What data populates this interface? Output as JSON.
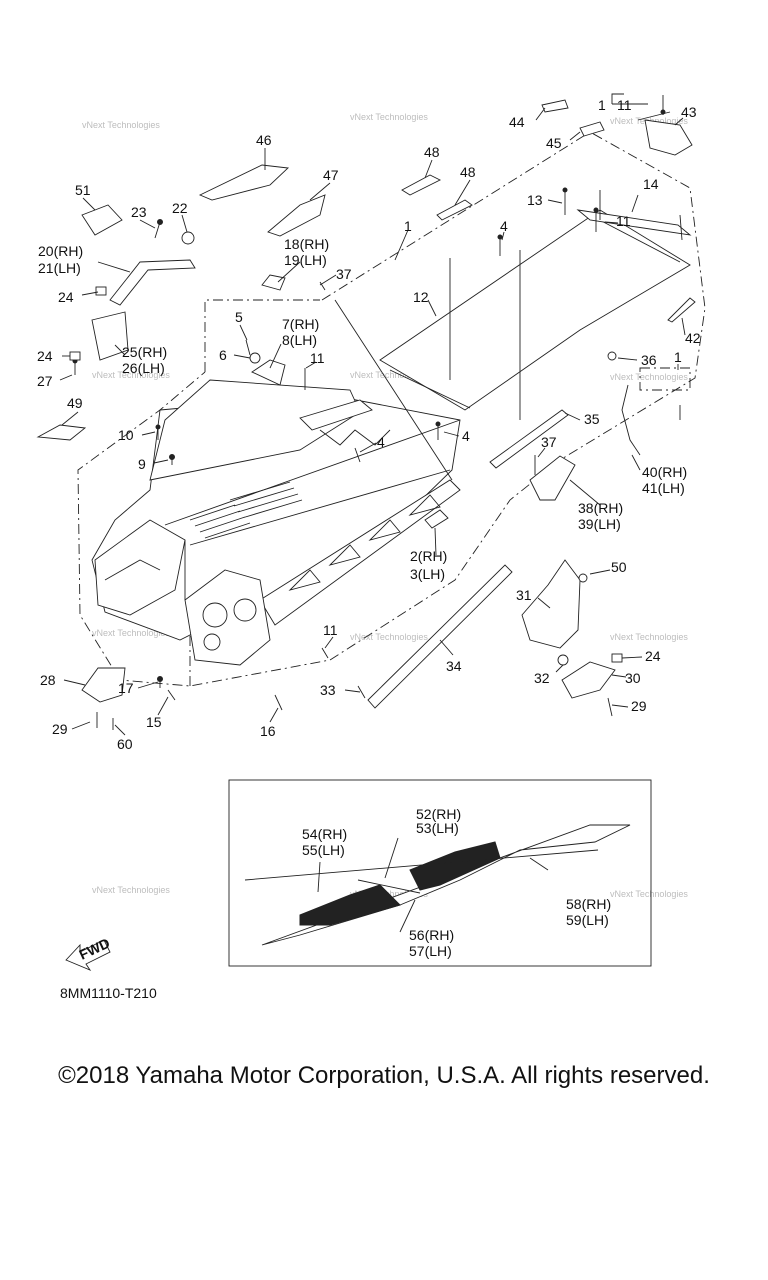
{
  "diagram_code": "8MM1110-T210",
  "copyright": "©2018 Yamaha Motor Corporation, U.S.A. All rights reserved.",
  "fwd_label": "FWD",
  "watermark": "vNext Technologies",
  "callouts": [
    {
      "id": "c44",
      "text": "44"
    },
    {
      "id": "c1a",
      "text": "1"
    },
    {
      "id": "c11a",
      "text": "11"
    },
    {
      "id": "c43",
      "text": "43"
    },
    {
      "id": "c45",
      "text": "45"
    },
    {
      "id": "c46",
      "text": "46"
    },
    {
      "id": "c48a",
      "text": "48"
    },
    {
      "id": "c48b",
      "text": "48"
    },
    {
      "id": "c47",
      "text": "47"
    },
    {
      "id": "c51",
      "text": "51"
    },
    {
      "id": "c23",
      "text": "23"
    },
    {
      "id": "c22",
      "text": "22"
    },
    {
      "id": "c13",
      "text": "13"
    },
    {
      "id": "c14",
      "text": "14"
    },
    {
      "id": "c1b",
      "text": "1"
    },
    {
      "id": "c4a",
      "text": "4"
    },
    {
      "id": "c11b",
      "text": "11"
    },
    {
      "id": "c20",
      "text": "20(RH)"
    },
    {
      "id": "c21",
      "text": "21(LH)"
    },
    {
      "id": "c18",
      "text": "18(RH)"
    },
    {
      "id": "c19",
      "text": "19(LH)"
    },
    {
      "id": "c37a",
      "text": "37"
    },
    {
      "id": "c24a",
      "text": "24"
    },
    {
      "id": "c12",
      "text": "12"
    },
    {
      "id": "c42",
      "text": "42"
    },
    {
      "id": "c5",
      "text": "5"
    },
    {
      "id": "c7",
      "text": "7(RH)"
    },
    {
      "id": "c8",
      "text": "8(LH)"
    },
    {
      "id": "c25",
      "text": "25(RH)"
    },
    {
      "id": "c26",
      "text": "26(LH)"
    },
    {
      "id": "c24b",
      "text": "24"
    },
    {
      "id": "c6",
      "text": "6"
    },
    {
      "id": "c11c",
      "text": "11"
    },
    {
      "id": "c36",
      "text": "36"
    },
    {
      "id": "c1c",
      "text": "1"
    },
    {
      "id": "c27",
      "text": "27"
    },
    {
      "id": "c49",
      "text": "49"
    },
    {
      "id": "c35",
      "text": "35"
    },
    {
      "id": "c10",
      "text": "10"
    },
    {
      "id": "c4b",
      "text": "4"
    },
    {
      "id": "c4c",
      "text": "4"
    },
    {
      "id": "c37b",
      "text": "37"
    },
    {
      "id": "c9",
      "text": "9"
    },
    {
      "id": "c40",
      "text": "40(RH)"
    },
    {
      "id": "c41",
      "text": "41(LH)"
    },
    {
      "id": "c38",
      "text": "38(RH)"
    },
    {
      "id": "c39",
      "text": "39(LH)"
    },
    {
      "id": "c2",
      "text": "2(RH)"
    },
    {
      "id": "c3",
      "text": "3(LH)"
    },
    {
      "id": "c50",
      "text": "50"
    },
    {
      "id": "c31",
      "text": "31"
    },
    {
      "id": "c11d",
      "text": "11"
    },
    {
      "id": "c24c",
      "text": "24"
    },
    {
      "id": "c34",
      "text": "34"
    },
    {
      "id": "c32",
      "text": "32"
    },
    {
      "id": "c30",
      "text": "30"
    },
    {
      "id": "c28",
      "text": "28"
    },
    {
      "id": "c17",
      "text": "17"
    },
    {
      "id": "c33",
      "text": "33"
    },
    {
      "id": "c29a",
      "text": "29"
    },
    {
      "id": "c15",
      "text": "15"
    },
    {
      "id": "c29b",
      "text": "29"
    },
    {
      "id": "c60",
      "text": "60"
    },
    {
      "id": "c16",
      "text": "16"
    },
    {
      "id": "c52",
      "text": "52(RH)"
    },
    {
      "id": "c53",
      "text": "53(LH)"
    },
    {
      "id": "c54",
      "text": "54(RH)"
    },
    {
      "id": "c55",
      "text": "55(LH)"
    },
    {
      "id": "c58",
      "text": "58(RH)"
    },
    {
      "id": "c59",
      "text": "59(LH)"
    },
    {
      "id": "c56",
      "text": "56(RH)"
    },
    {
      "id": "c57",
      "text": "57(LH)"
    }
  ]
}
